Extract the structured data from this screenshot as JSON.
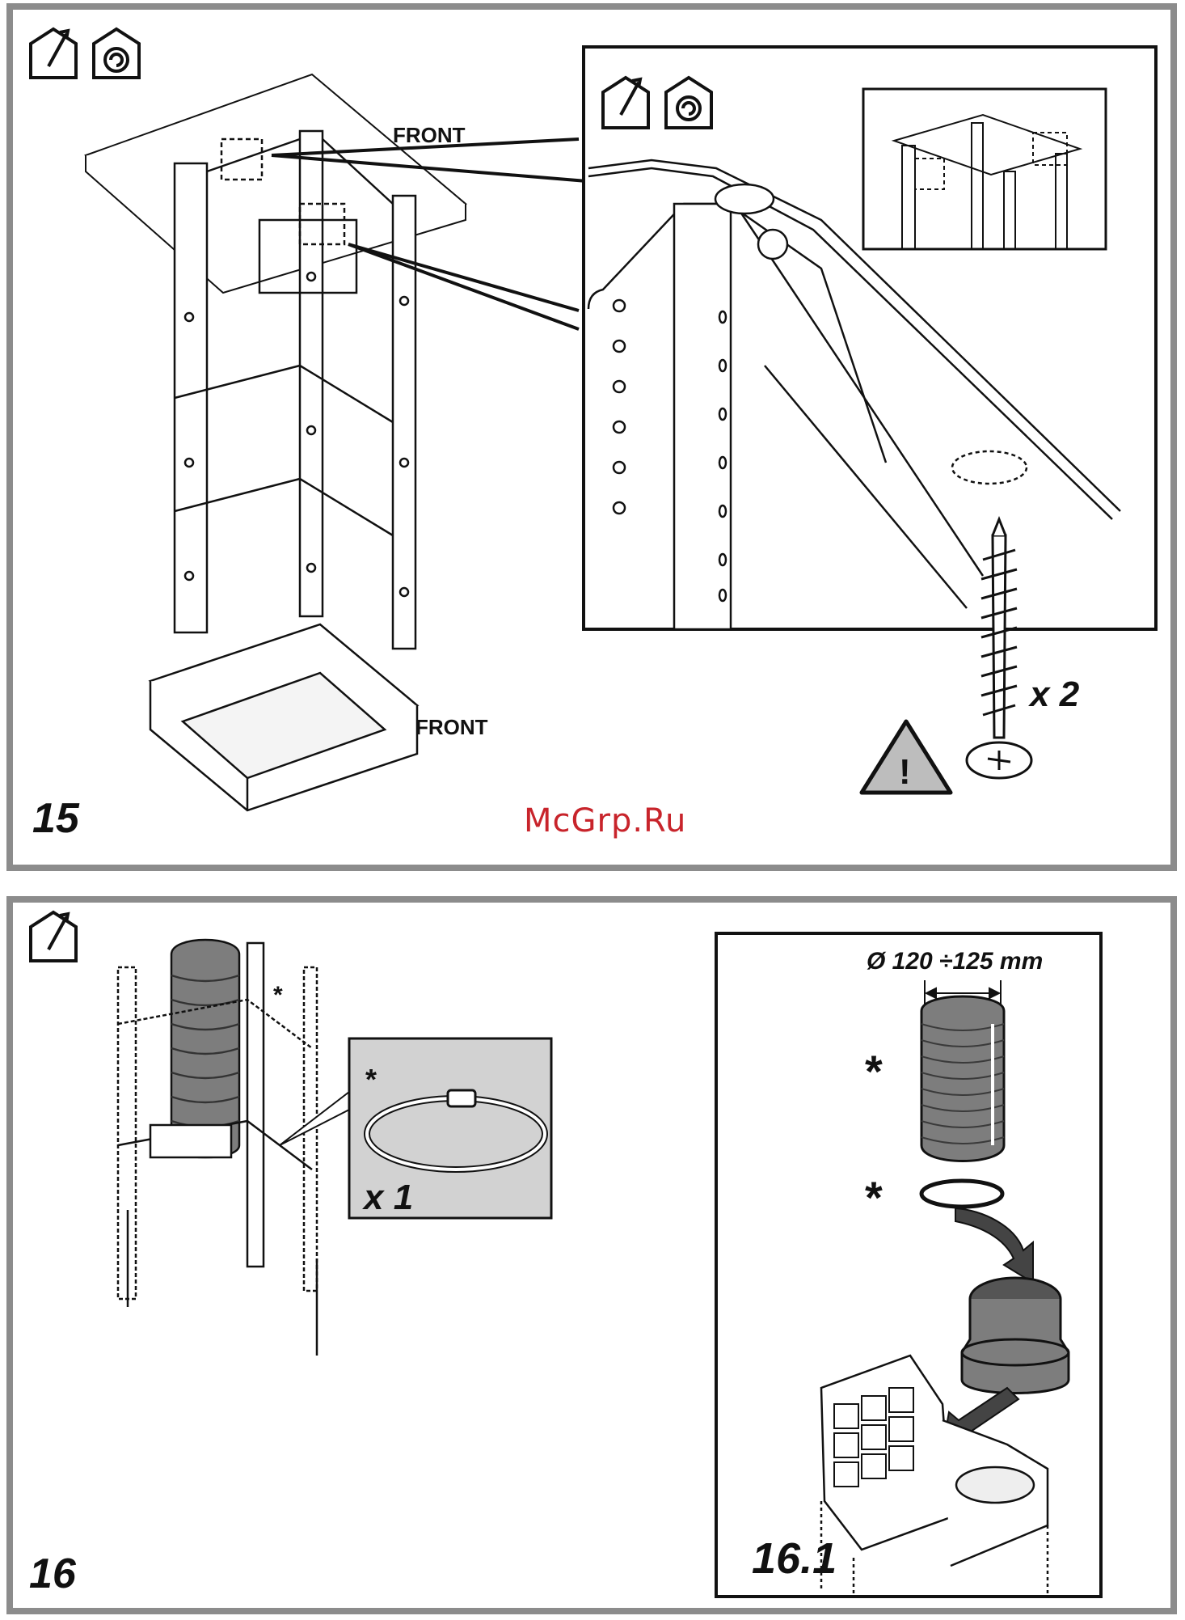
{
  "step15": {
    "number": "15",
    "front_top": "FRONT",
    "front_bottom": "FRONT",
    "quantity": "x 2",
    "warning_glyph": "!"
  },
  "step16": {
    "number": "16",
    "asterisk": "*",
    "clamp_quantity": "x 1",
    "sub_number": "16.1",
    "diameter": "Ø 120 ÷125 mm"
  },
  "watermark": "McGrp.Ru",
  "colors": {
    "frame": "#8c8c8c",
    "inset_gray": "#d2d2d2",
    "watermark": "#c8242b",
    "duct": "#7d7d7d"
  },
  "icons": [
    "ducted-house-icon",
    "recirculation-house-icon",
    "warning-triangle-icon"
  ]
}
